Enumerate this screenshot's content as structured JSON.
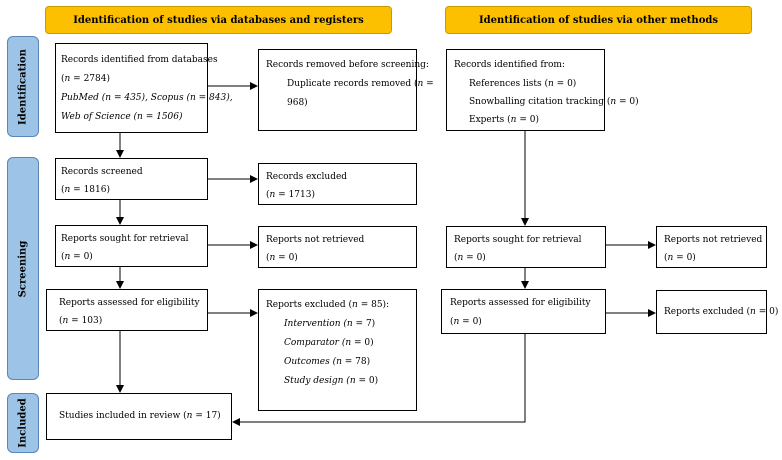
{
  "headers": {
    "left": "Identification of studies via databases and registers",
    "right": "Identification of studies via other methods"
  },
  "phases": {
    "identification": "Identification",
    "screening": "Screening",
    "included": "Included"
  },
  "n_var": "n",
  "db": {
    "records_identified": {
      "title": "Records identified from databases",
      "count": " = 2784)",
      "pubmed": "PubMed",
      "pubmed_count": " = 435), ",
      "scopus": "Scopus",
      "scopus_count": " = 843),",
      "wos": "Web of Science",
      "wos_count": " = 1506)"
    },
    "records_removed": {
      "title": "Records removed before screening:",
      "dup_label": "Duplicate records removed (",
      "dup_count_line1": " =",
      "dup_count_line2": "968)"
    },
    "records_screened": {
      "title": "Records screened",
      "count": " = 1816)"
    },
    "records_excluded": {
      "title": "Records excluded",
      "count": " = 1713)"
    },
    "sought": {
      "title": "Reports sought for retrieval",
      "count": " = 0)"
    },
    "not_retrieved": {
      "title": "Reports not retrieved",
      "count": " = 0)"
    },
    "assessed": {
      "title": "Reports assessed for eligibility",
      "count": " = 103)"
    },
    "excluded": {
      "title_prefix": "Reports excluded (",
      "title_count": " = 85):",
      "reasons": [
        {
          "label": "Intervention",
          "count": " = 7)"
        },
        {
          "label": "Comparator",
          "count": " = 0)"
        },
        {
          "label": "Outcomes",
          "count": " = 78)"
        },
        {
          "label": "Study design",
          "count": " = 0)"
        }
      ]
    },
    "included": {
      "title": "Studies included in review (",
      "count": " = 17)"
    }
  },
  "other": {
    "identified": {
      "title": "Records identified from:",
      "items": [
        {
          "label": "References lists (",
          "count": " = 0)"
        },
        {
          "label": "Snowballing citation tracking (",
          "count": " = 0)"
        },
        {
          "label": "Experts (",
          "count": " = 0)"
        }
      ]
    },
    "sought": {
      "title": "Reports sought for retrieval",
      "count": " = 0)"
    },
    "not_retrieved": {
      "title": "Reports not retrieved",
      "count": " = 0)"
    },
    "assessed": {
      "title": "Reports assessed for eligibility",
      "count": " = 0)"
    },
    "excluded": {
      "title": "Reports excluded (",
      "count": " = 0)"
    }
  }
}
